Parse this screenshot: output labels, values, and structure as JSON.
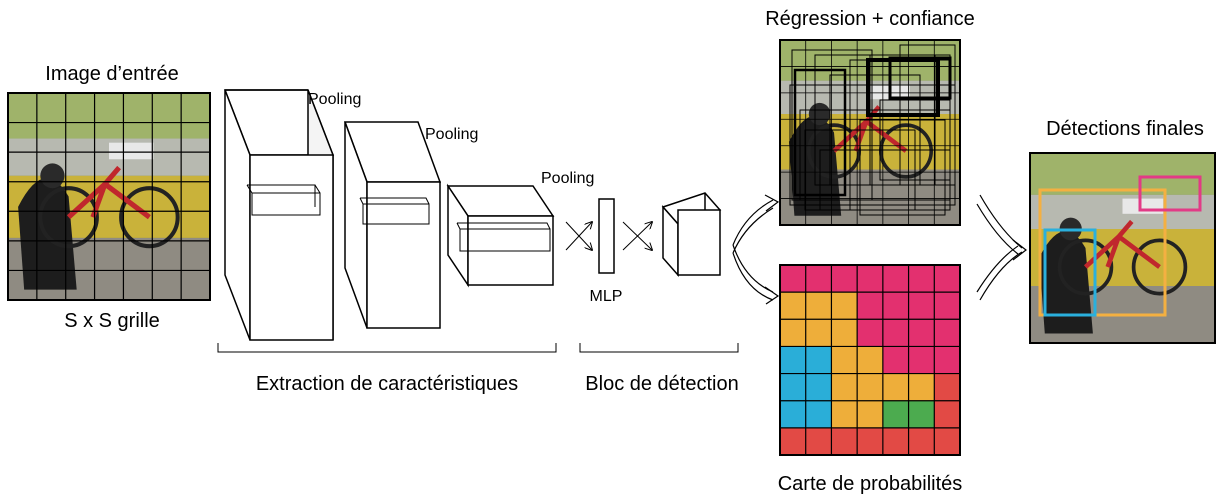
{
  "input": {
    "title": "Image d’entrée",
    "caption": "S x S grille"
  },
  "pooling_labels": [
    "Pooling",
    "Pooling",
    "Pooling"
  ],
  "mlp_label": "MLP",
  "brackets": {
    "features": "Extraction de caractéristiques",
    "detection": "Bloc de détection"
  },
  "regression": {
    "title": "Régression + confiance"
  },
  "probability": {
    "title": "Carte de probabilités",
    "grid": [
      [
        "pink",
        "pink",
        "pink",
        "pink",
        "pink",
        "pink",
        "pink"
      ],
      [
        "orange",
        "orange",
        "orange",
        "pink",
        "pink",
        "pink",
        "pink"
      ],
      [
        "orange",
        "orange",
        "orange",
        "pink",
        "pink",
        "pink",
        "pink"
      ],
      [
        "blue",
        "blue",
        "orange",
        "orange",
        "pink",
        "pink",
        "pink"
      ],
      [
        "blue",
        "blue",
        "orange",
        "orange",
        "orange",
        "orange",
        "red"
      ],
      [
        "blue",
        "blue",
        "orange",
        "orange",
        "green",
        "green",
        "red"
      ],
      [
        "red",
        "red",
        "red",
        "red",
        "red",
        "red",
        "red"
      ]
    ],
    "palette": {
      "pink": "#e3306f",
      "orange": "#eeae3a",
      "blue": "#2aaed8",
      "green": "#4cab4f",
      "red": "#e24a45"
    }
  },
  "final": {
    "title": "Détections finales",
    "box_colors": {
      "bicycle": "#f4b041",
      "dog": "#2ab0dd",
      "car": "#e23a86"
    }
  }
}
